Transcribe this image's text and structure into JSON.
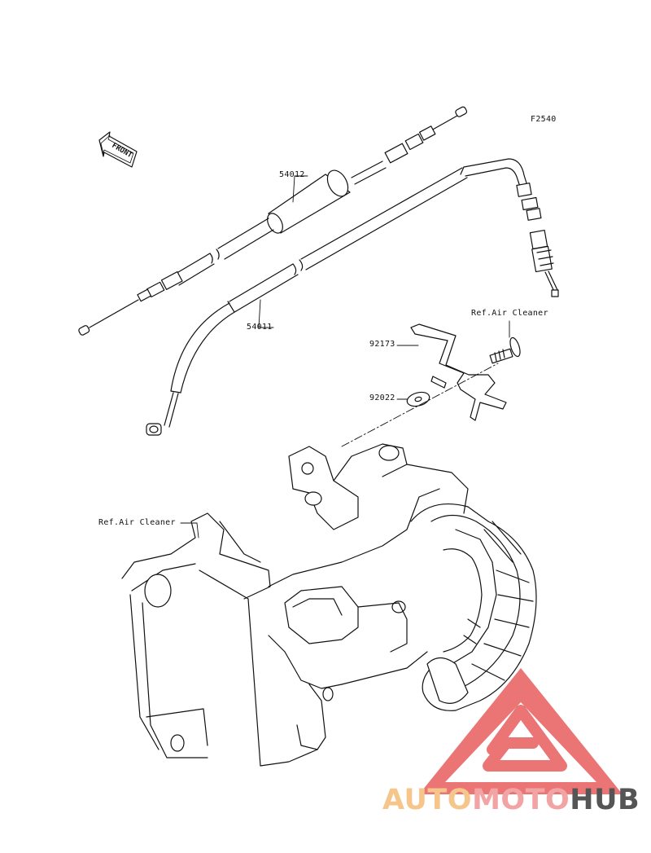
{
  "diagram": {
    "figure_code": "F2540",
    "front_marker": "FRONT",
    "callouts": [
      {
        "id": "54012",
        "text": "54012"
      },
      {
        "id": "54011",
        "text": "54011"
      },
      {
        "id": "92173",
        "text": "92173"
      },
      {
        "id": "92022",
        "text": "92022"
      },
      {
        "id": "ref_top",
        "text": "Ref.Air Cleaner"
      },
      {
        "id": "ref_left",
        "text": "Ref.Air Cleaner"
      }
    ]
  },
  "watermark": {
    "brand": "AUTOMOTOHUB",
    "part1": "AUTO",
    "part2": "MOTO",
    "part3": "HUB",
    "colors": {
      "auto": "#f5c58a",
      "moto": "#f2a3a3",
      "hub": "#555555",
      "triangle": "#e85c5c"
    }
  }
}
